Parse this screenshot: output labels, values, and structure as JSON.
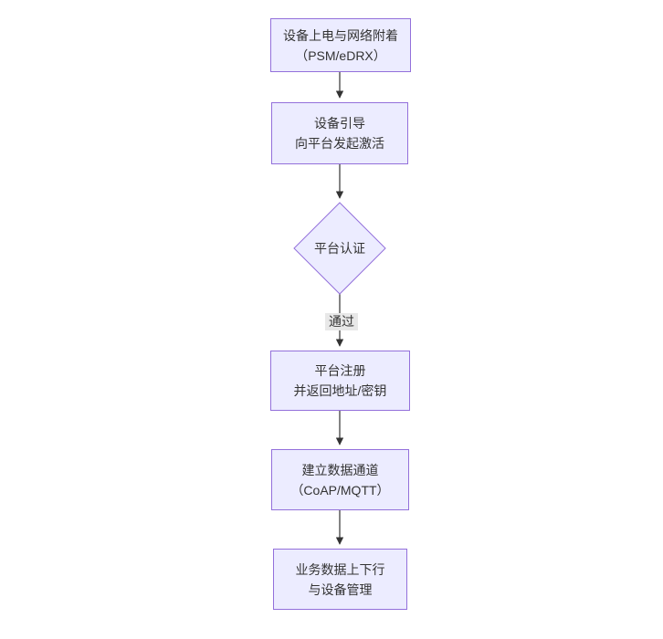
{
  "colors": {
    "canvas_bg": "#ffffff",
    "node_fill": "#ececff",
    "node_border": "#9370db",
    "edge_line": "#333333",
    "text": "#333333",
    "edge_label_bg": "#e8e8e8"
  },
  "flowchart": {
    "nodes": [
      {
        "id": "power-attach",
        "type": "rect",
        "lines": [
          "设备上电与网络附着",
          "（PSM/eDRX）"
        ]
      },
      {
        "id": "bootstrap",
        "type": "rect",
        "lines": [
          "设备引导",
          "向平台发起激活"
        ]
      },
      {
        "id": "platform-auth",
        "type": "diamond",
        "lines": [
          "平台认证"
        ]
      },
      {
        "id": "register",
        "type": "rect",
        "lines": [
          "平台注册",
          "并返回地址/密钥"
        ]
      },
      {
        "id": "data-channel",
        "type": "rect",
        "lines": [
          "建立数据通道",
          "（CoAP/MQTT）"
        ]
      },
      {
        "id": "business-data",
        "type": "rect",
        "lines": [
          "业务数据上下行",
          "与设备管理"
        ]
      }
    ],
    "edges": [
      {
        "from": "power-attach",
        "to": "bootstrap",
        "label": ""
      },
      {
        "from": "bootstrap",
        "to": "platform-auth",
        "label": ""
      },
      {
        "from": "platform-auth",
        "to": "register",
        "label": "通过"
      },
      {
        "from": "register",
        "to": "data-channel",
        "label": ""
      },
      {
        "from": "data-channel",
        "to": "business-data",
        "label": ""
      }
    ]
  }
}
